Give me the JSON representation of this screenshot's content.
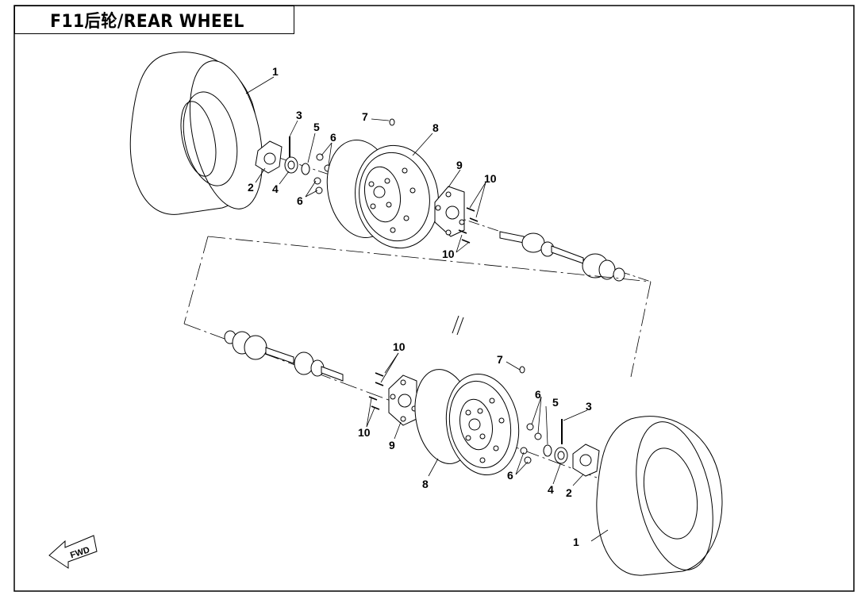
{
  "title": "F11后轮/REAR WHEEL",
  "fwd_label": "FWD",
  "callouts": {
    "c1a": "1",
    "c2a": "2",
    "c3a": "3",
    "c4a": "4",
    "c5a": "5",
    "c6a": "6",
    "c6b": "6",
    "c7a": "7",
    "c8a": "8",
    "c9a": "9",
    "c10a": "10",
    "c10b": "10",
    "c1b": "1",
    "c2b": "2",
    "c3b": "3",
    "c4b": "4",
    "c5b": "5",
    "c6c": "6",
    "c6d": "6",
    "c7b": "7",
    "c8b": "8",
    "c9b": "9",
    "c10c": "10",
    "c10d": "10"
  },
  "colors": {
    "line": "#000000",
    "background": "#ffffff"
  }
}
